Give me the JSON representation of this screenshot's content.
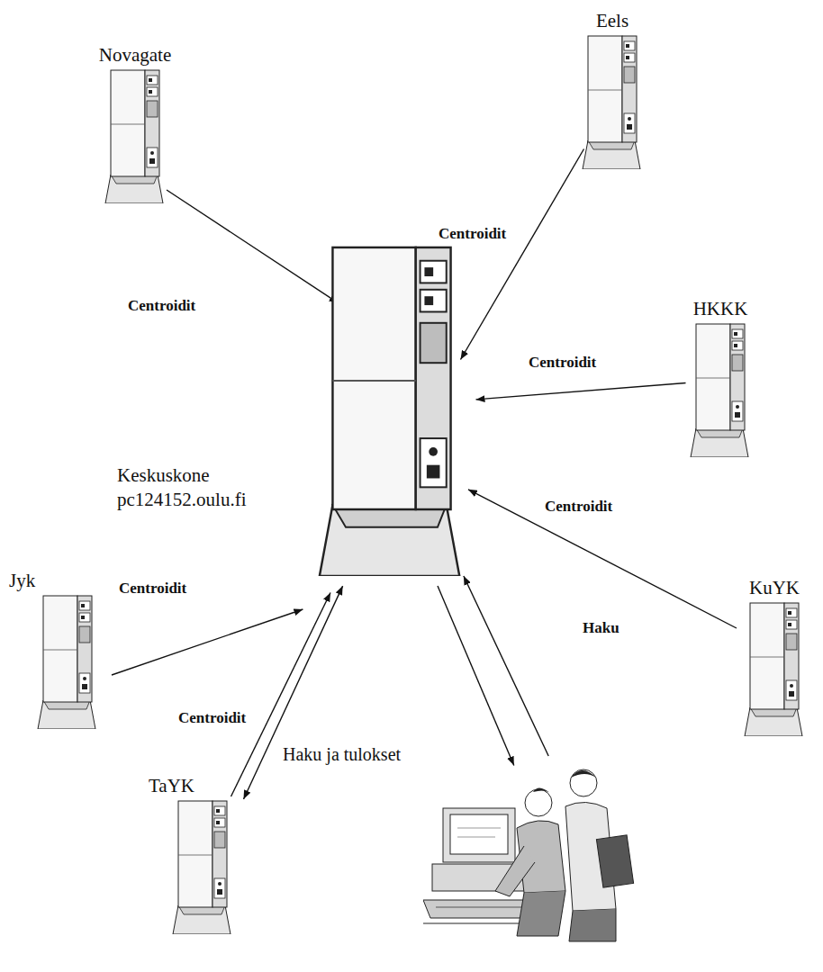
{
  "diagram": {
    "nodes": [
      {
        "text": [
          "Novagate"
        ]
      },
      {
        "text": [
          "Eels"
        ]
      },
      {
        "text": [
          "HKKK"
        ]
      },
      {
        "text": [
          "Keskuskone pc124152.oulu.fi"
        ]
      },
      {
        "text": [
          "Jyk"
        ]
      },
      {
        "text": [
          "KuYK"
        ]
      },
      {
        "text": [
          "TaYK"
        ]
      },
      {
        "text": []
      }
    ],
    "edges": [
      {
        "from": 0,
        "to": 3,
        "arrow": "to",
        "label": "Centroidit"
      },
      {
        "from": 1,
        "to": 3,
        "arrow": "to",
        "label": "Centroidit"
      },
      {
        "from": 2,
        "to": 3,
        "arrow": "to",
        "label": "Centroidit"
      },
      {
        "from": 4,
        "to": 3,
        "arrow": "to",
        "label": "Centroidit"
      },
      {
        "from": 5,
        "to": 3,
        "arrow": "to",
        "label": "Centroidit"
      },
      {
        "from": 6,
        "to": 3,
        "arrow": "to",
        "label": "Centroidit"
      },
      {
        "from": 6,
        "to": 3,
        "arrow": "both",
        "label": "Haku ja tulokset"
      },
      {
        "from": 3,
        "to": 7,
        "arrow": "to"
      },
      {
        "from": 7,
        "to": 3,
        "arrow": "to",
        "label": "Haku"
      }
    ]
  }
}
